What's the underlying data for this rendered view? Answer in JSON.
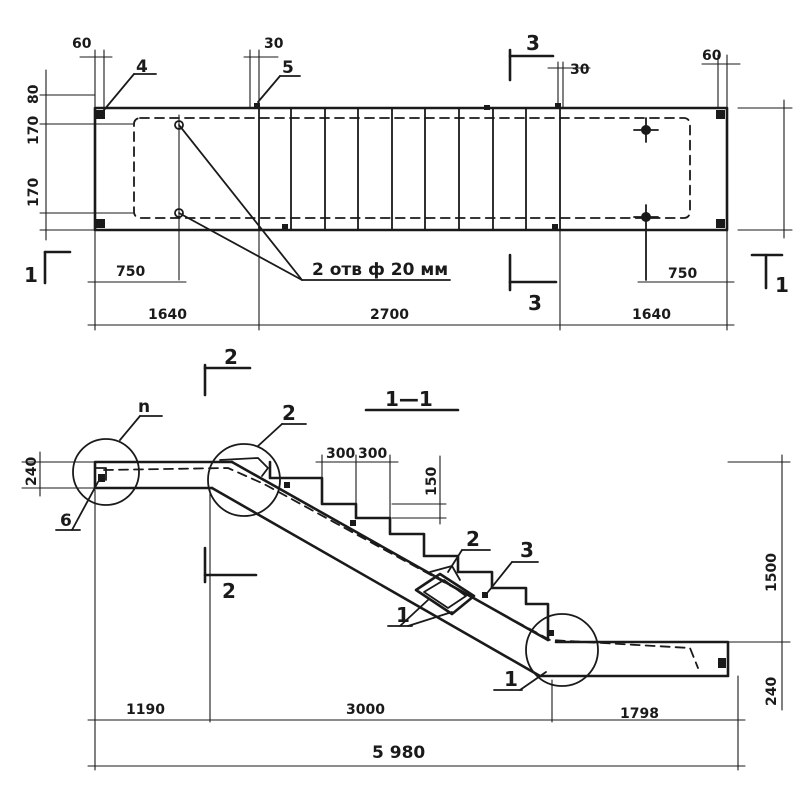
{
  "plan": {
    "dims_top": {
      "left_offset": "60",
      "left_step": "30",
      "right_step": "30",
      "right_offset": "60"
    },
    "dims_left": {
      "top": "80",
      "mid1": "170",
      "mid2": "170"
    },
    "dims_bottom": {
      "left_hole": "750",
      "right_hole": "750",
      "left_landing": "1640",
      "flight": "2700",
      "right_landing": "1640"
    },
    "holes_note": "2 отв ф 20 мм",
    "markers": {
      "item_4": "4",
      "item_5": "5"
    }
  },
  "section_marks": {
    "cut_1": "1",
    "cut_2": "2",
    "cut_3": "3"
  },
  "section_title": "1—1",
  "elevation": {
    "step_tread_1": "300",
    "step_tread_2": "300",
    "step_rise": "150",
    "total_height": "1500",
    "slab_top": "240",
    "slab_bottom": "240",
    "left_landing": "1190",
    "flight": "3000",
    "right_landing": "1798",
    "total_length": "5 980",
    "markers": {
      "n": "n",
      "item_2a": "2",
      "item_2b": "2",
      "item_3": "3",
      "item_1a": "1",
      "item_1b": "1",
      "item_6": "6"
    }
  }
}
